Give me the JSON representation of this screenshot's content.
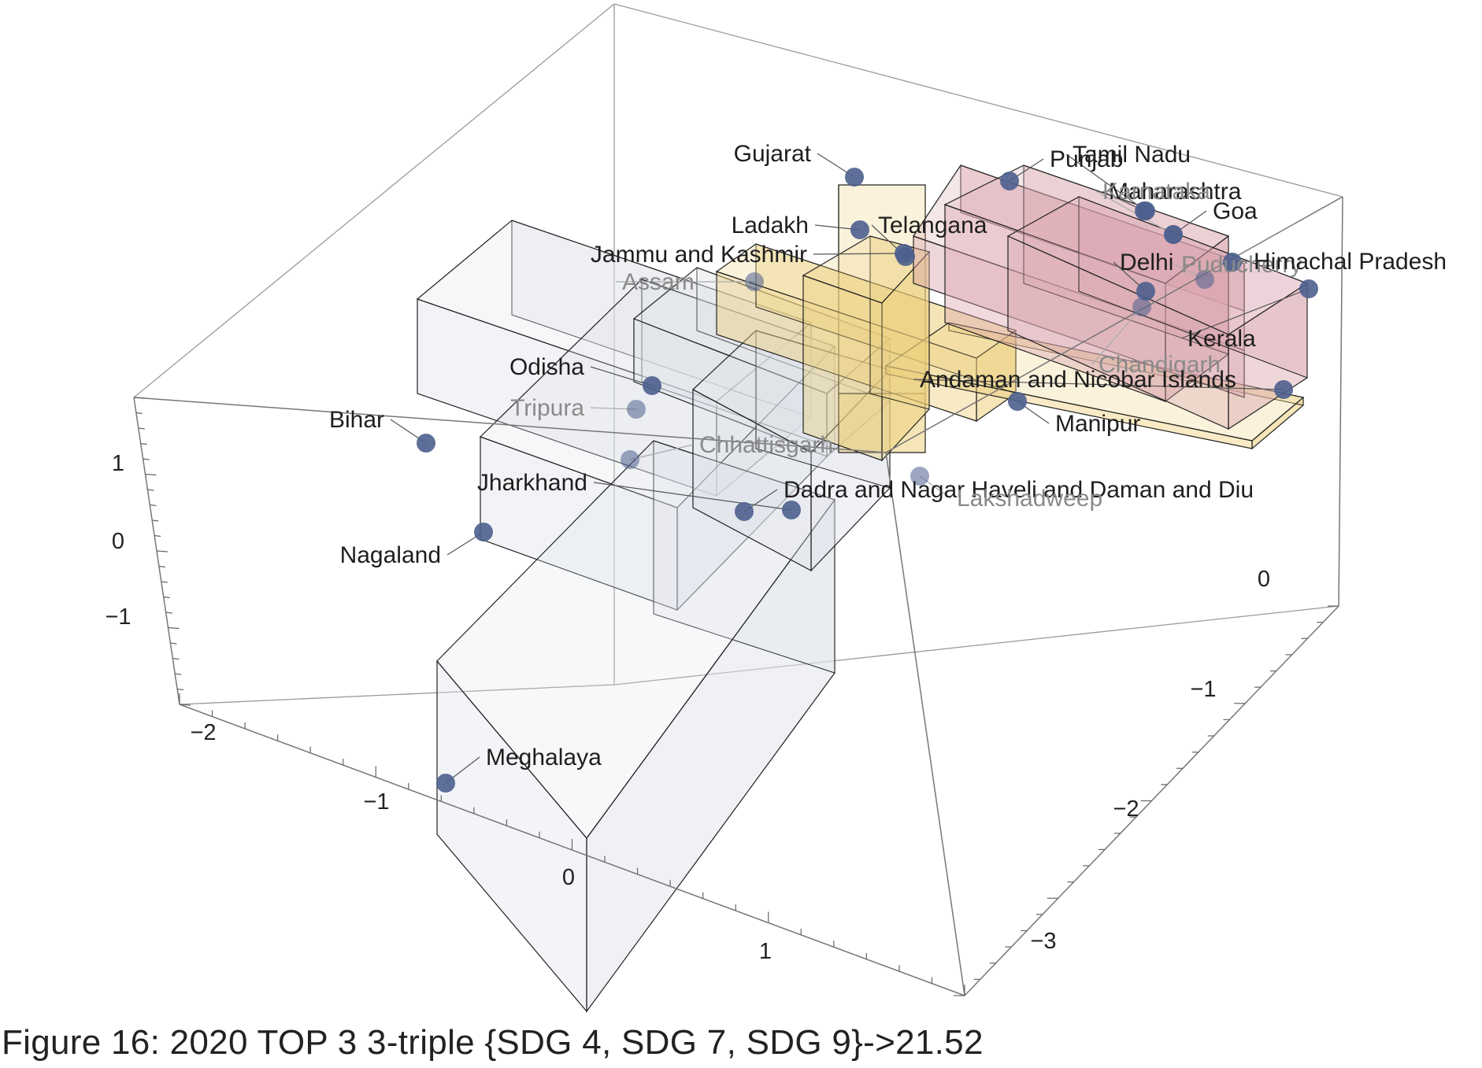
{
  "caption": "Figure 16: 2020 TOP 3 3-triple {SDG 4, SDG 7, SDG 9}->21.52",
  "chart_data": {
    "type": "3d-bar",
    "title": "",
    "ticks": {
      "vertical": [
        "1",
        "0",
        "−1"
      ],
      "left_axis": [
        "−2",
        "−1",
        "0",
        "1"
      ],
      "right_axis": [
        "0",
        "−1",
        "−2",
        "−3"
      ]
    },
    "clusters": [
      {
        "name": "cluster-1",
        "color": "#dfe3ea",
        "states": [
          "Bihar",
          "Jharkhand",
          "Nagaland",
          "Meghalaya",
          "Odisha",
          "Tripura",
          "Chhattisgarh",
          "Assam",
          "Jammu and Kashmir"
        ]
      },
      {
        "name": "cluster-2",
        "color": "#eccf7c",
        "states": [
          "Gujarat",
          "Ladakh",
          "Telangana",
          "Manipur",
          "Dadra and Nagar Haveli and Daman and Diu",
          "Lakshadweep",
          "Andaman and Nicobar Islands"
        ]
      },
      {
        "name": "cluster-3",
        "color": "#d9a3ad",
        "states": [
          "Punjab",
          "Tamil Nadu",
          "Maharashtra",
          "Karnataka",
          "Goa",
          "Delhi",
          "Puducherry",
          "Himachal Pradesh",
          "Kerala",
          "Chandigarh"
        ]
      }
    ],
    "labels": [
      {
        "name": "Gujarat",
        "text": "Gujarat"
      },
      {
        "name": "Ladakh",
        "text": "Ladakh"
      },
      {
        "name": "Jammu and Kashmir",
        "text": "Jammu and Kashmir"
      },
      {
        "name": "Assam",
        "text": "Assam"
      },
      {
        "name": "Telangana",
        "text": "Telangana"
      },
      {
        "name": "Punjab",
        "text": "Punjab"
      },
      {
        "name": "Tamil Nadu",
        "text": "Tamil Nadu"
      },
      {
        "name": "Maharashtra",
        "text": "Maharashtra"
      },
      {
        "name": "Karnataka",
        "text": "Karnataka"
      },
      {
        "name": "Goa",
        "text": "Goa"
      },
      {
        "name": "Delhi",
        "text": "Delhi"
      },
      {
        "name": "Puducherry",
        "text": "Puducherry"
      },
      {
        "name": "Himachal Pradesh",
        "text": "Himachal Pradesh"
      },
      {
        "name": "Kerala",
        "text": "Kerala"
      },
      {
        "name": "Chandigarh",
        "text": "Chandigarh"
      },
      {
        "name": "Andaman and Nicobar Islands",
        "text": "Andaman and Nicobar Islands"
      },
      {
        "name": "Manipur",
        "text": "Manipur"
      },
      {
        "name": "Odisha",
        "text": "Odisha"
      },
      {
        "name": "Tripura",
        "text": "Tripura"
      },
      {
        "name": "Bihar",
        "text": "Bihar"
      },
      {
        "name": "Chhattisgarh",
        "text": "Chhattisgarh"
      },
      {
        "name": "Jharkhand",
        "text": "Jharkhand"
      },
      {
        "name": "Dadra and Nagar Haveli and Daman and Diu",
        "text": "Dadra and Nagar Haveli and Daman and Diu"
      },
      {
        "name": "Lakshadweep",
        "text": "Lakshadweep"
      },
      {
        "name": "Nagaland",
        "text": "Nagaland"
      },
      {
        "name": "Meghalaya",
        "text": "Meghalaya"
      }
    ]
  }
}
